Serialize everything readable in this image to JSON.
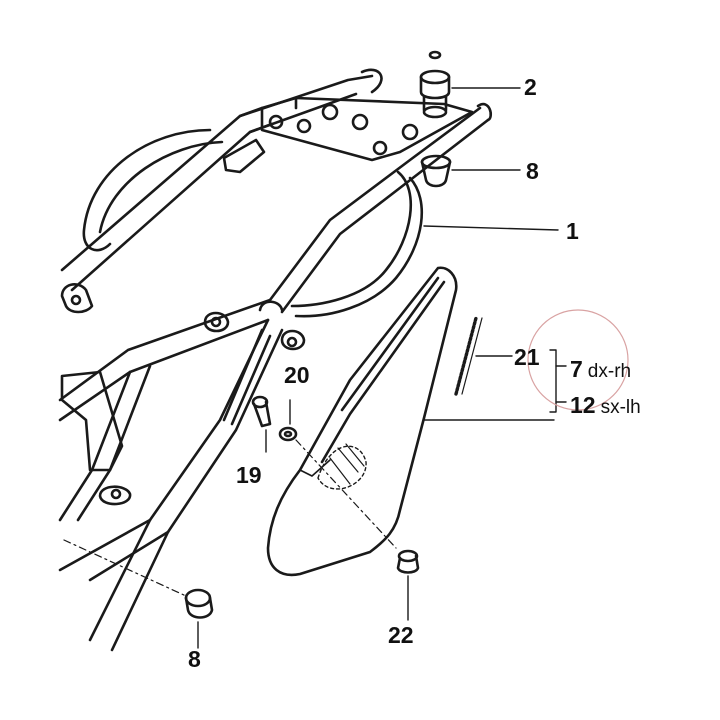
{
  "diagram": {
    "callouts": {
      "c1": {
        "number": "1"
      },
      "c2": {
        "number": "2"
      },
      "c8": {
        "number": "8"
      },
      "c8b": {
        "number": "8"
      },
      "c19": {
        "number": "19"
      },
      "c20": {
        "number": "20"
      },
      "c21": {
        "number": "21"
      },
      "c22": {
        "number": "22"
      },
      "c7": {
        "number": "7",
        "side": "dx-rh"
      },
      "c12": {
        "number": "12",
        "side": "sx-lh"
      }
    },
    "colors": {
      "line": "#1a1a1a",
      "text": "#111111",
      "circle": "#d9a3a3",
      "background": "#ffffff"
    }
  }
}
